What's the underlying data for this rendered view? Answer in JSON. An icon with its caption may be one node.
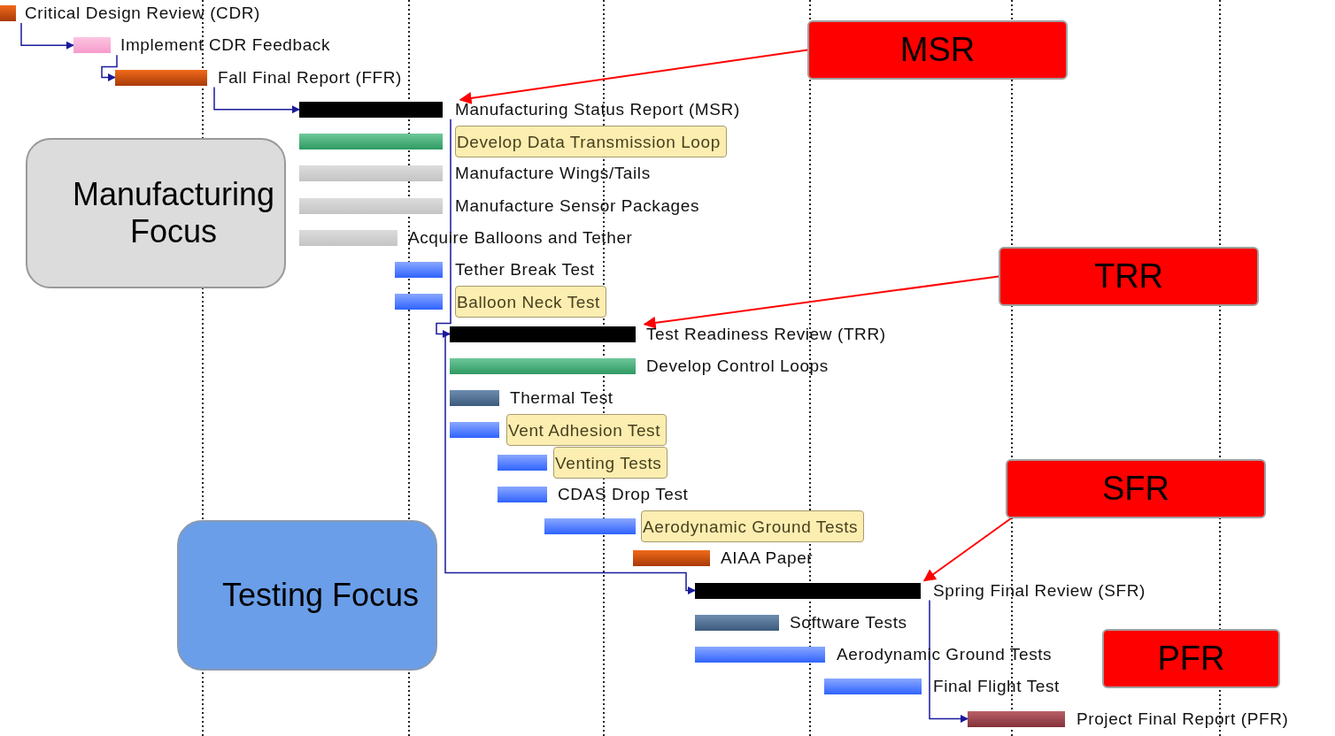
{
  "diagram": {
    "nodes": [
      {
        "text": [
          "Critical Design Review (CDR)"
        ]
      },
      {
        "text": [
          "Implement CDR Feedback"
        ]
      },
      {
        "text": [
          "Fall Final Report (FFR)"
        ]
      },
      {
        "text": [
          "Manufacturing Status Report (MSR)"
        ]
      },
      {
        "text": [
          "Develop Data Transmission Loop"
        ]
      },
      {
        "text": [
          "Manufacture Wings/Tails"
        ]
      },
      {
        "text": [
          "Manufacture Sensor Packages"
        ]
      },
      {
        "text": [
          "Acquire Balloons and Tether"
        ]
      },
      {
        "text": [
          "Tether Break Test"
        ]
      },
      {
        "text": [
          "Balloon Neck Test"
        ]
      },
      {
        "text": [
          "Test Readiness Review (TRR)"
        ]
      },
      {
        "text": [
          "Develop Control Loops"
        ]
      },
      {
        "text": [
          "Thermal Test"
        ]
      },
      {
        "text": [
          "Vent Adhesion Test"
        ]
      },
      {
        "text": [
          "Venting Tests"
        ]
      },
      {
        "text": [
          "CDAS Drop Test"
        ]
      },
      {
        "text": [
          "Aerodynamic Ground Tests"
        ]
      },
      {
        "text": [
          "AIAA Paper"
        ]
      },
      {
        "text": [
          "Spring Final Review (SFR)"
        ]
      },
      {
        "text": [
          "Software Tests"
        ]
      },
      {
        "text": [
          "Aerodynamic Ground Tests"
        ]
      },
      {
        "text": [
          "Final Flight Test"
        ]
      },
      {
        "text": [
          "Project Final Report (PFR)"
        ]
      },
      {
        "text": [
          "Manufacturing Focus"
        ]
      },
      {
        "text": [
          "Testing Focus"
        ]
      },
      {
        "text": [
          "MSR"
        ]
      },
      {
        "text": [
          "TRR"
        ]
      },
      {
        "text": [
          "SFR"
        ]
      },
      {
        "text": [
          "PFR"
        ]
      }
    ],
    "edges": [
      {
        "from": 0,
        "to": 1,
        "arrow": "to"
      },
      {
        "from": 1,
        "to": 2,
        "arrow": "to"
      },
      {
        "from": 2,
        "to": 3,
        "arrow": "to"
      },
      {
        "from": 3,
        "to": 10,
        "arrow": "to"
      },
      {
        "from": 10,
        "to": 18,
        "arrow": "to"
      },
      {
        "from": 18,
        "to": 22,
        "arrow": "to"
      },
      {
        "from": 25,
        "to": 3,
        "arrow": "to",
        "color": "#ff0000"
      },
      {
        "from": 26,
        "to": 10,
        "arrow": "to",
        "color": "#ff0000"
      },
      {
        "from": 27,
        "to": 18,
        "arrow": "to",
        "color": "#ff0000"
      }
    ]
  }
}
